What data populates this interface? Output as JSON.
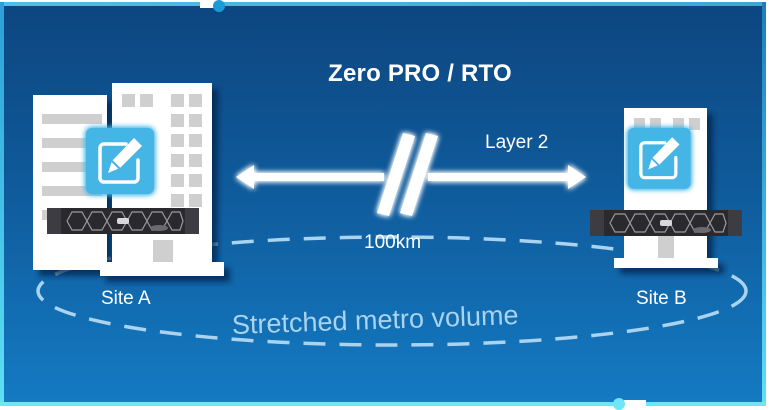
{
  "diagram": {
    "title": "Zero PRO / RTO",
    "link": {
      "label": "Layer 2",
      "distance": "100km",
      "type": "bidirectional-arrow-with-break"
    },
    "sites": [
      {
        "label": "Site A",
        "icons": [
          "building-icon",
          "edit-icon",
          "storage-array-icon"
        ]
      },
      {
        "label": "Site B",
        "icons": [
          "building-icon",
          "edit-icon",
          "storage-array-icon"
        ]
      }
    ],
    "volume_label": "Stretched metro volume",
    "colors": {
      "background_top": "#0d4680",
      "background_bottom": "#147ac2",
      "accent_cyan": "#6fe6f8",
      "edit_icon_fill": "#45b5e6",
      "dashed_ellipse": "#a9d3ee",
      "text": "#ffffff"
    }
  }
}
